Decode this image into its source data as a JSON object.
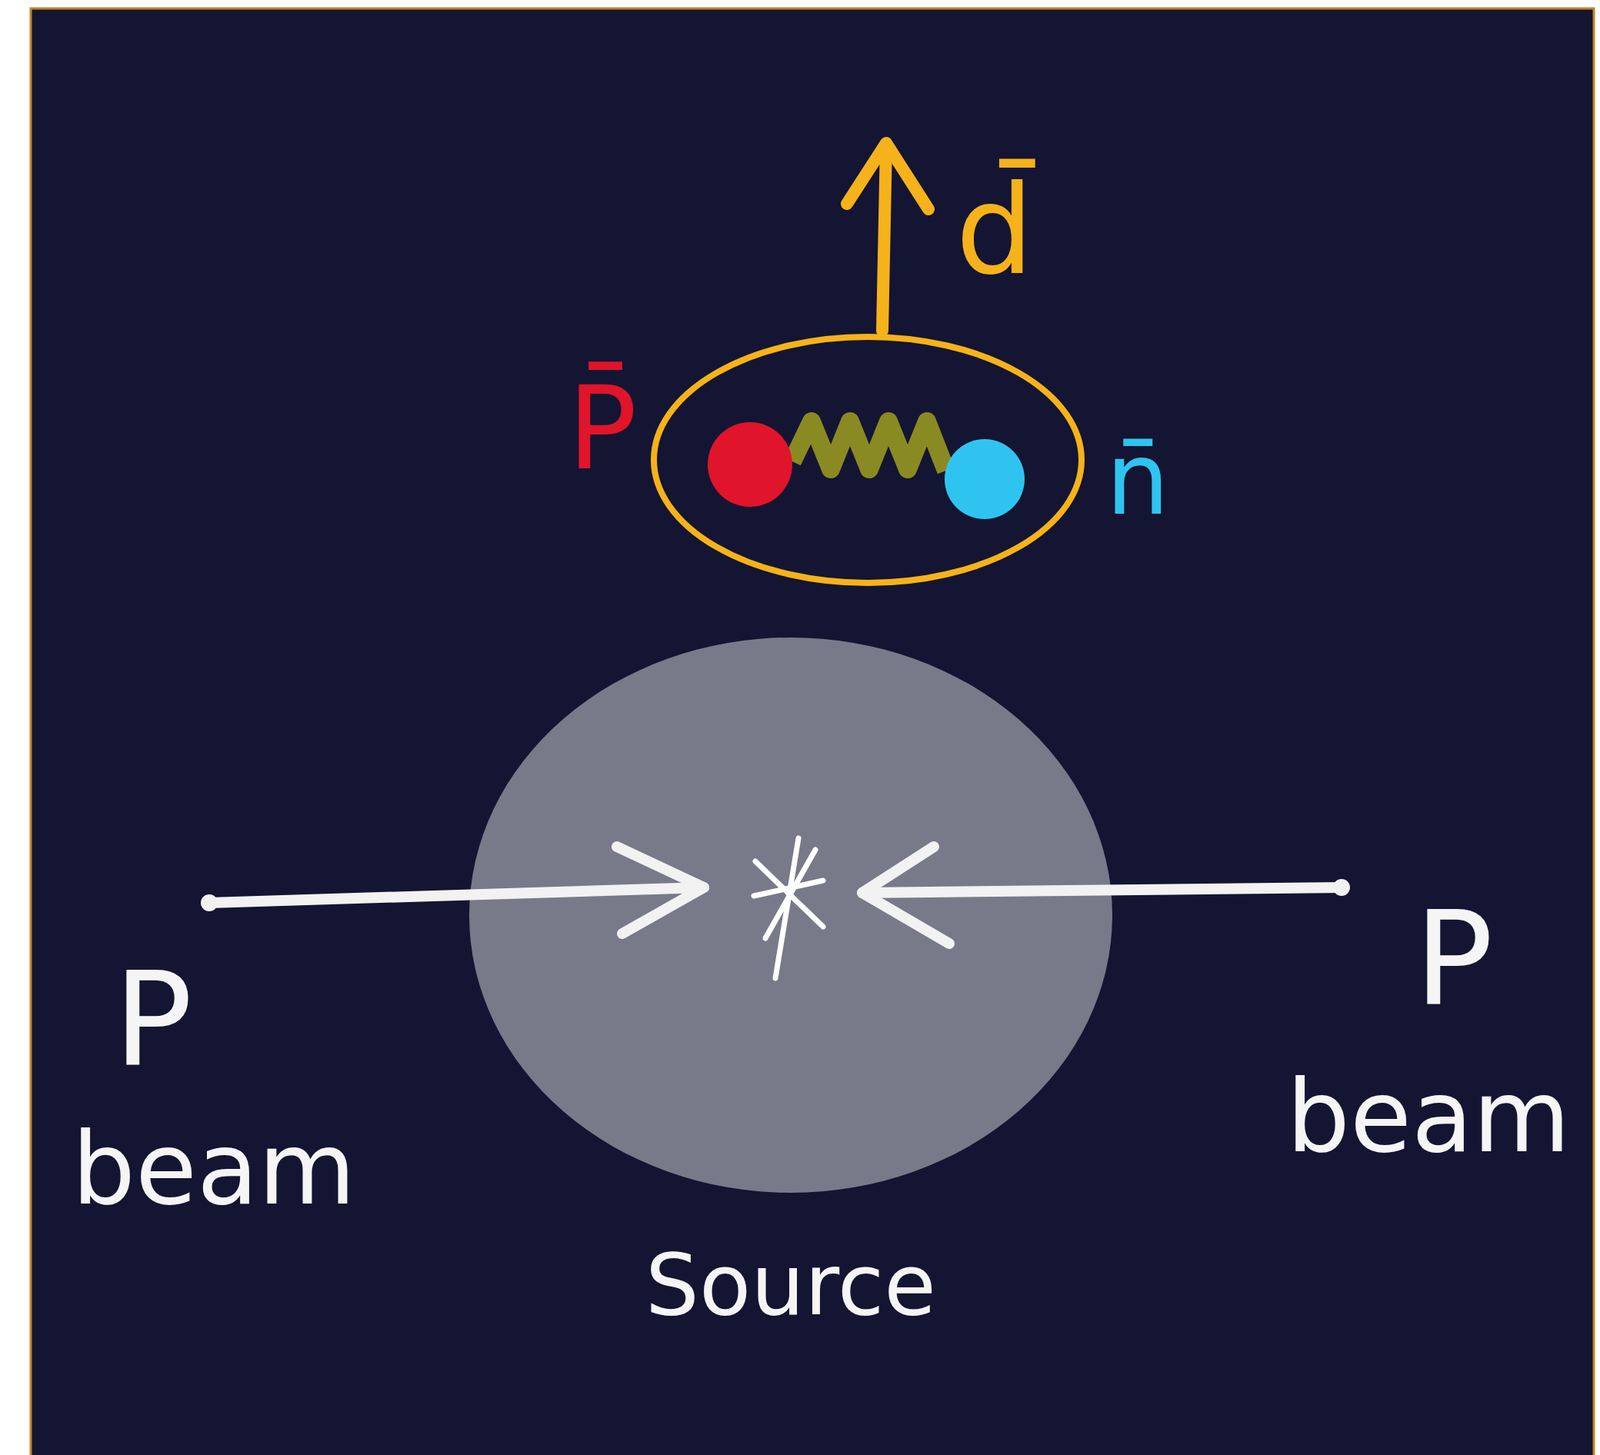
{
  "diagram": {
    "nodes": [
      {
        "text": [
          "Source"
        ]
      }
    ],
    "labels": [
      "d̄",
      "P̄",
      "n̄",
      "P",
      "beam",
      "P",
      "beam"
    ]
  }
}
